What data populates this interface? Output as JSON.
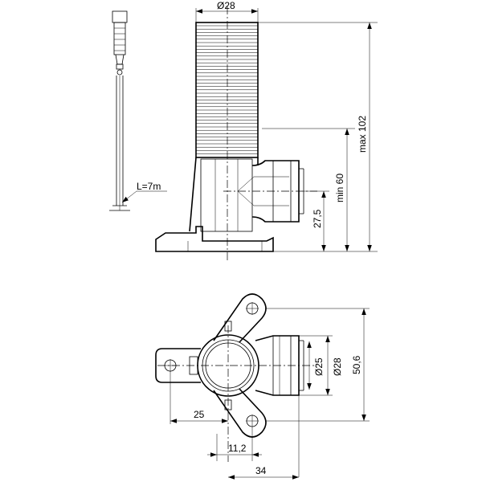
{
  "side_view": {
    "dims": {
      "diameter_top": "Ø28",
      "max_height": "max 102",
      "min_height": "min 60",
      "outlet_height": "27,5"
    },
    "cable": {
      "length_label": "L=7m"
    }
  },
  "top_view": {
    "dims": {
      "outlet_inner_diameter": "Ø25",
      "outlet_outer_diameter": "Ø28",
      "overall_width": "50,6",
      "offset_left": "25",
      "offset_center": "11,2",
      "overall_depth": "34"
    }
  }
}
